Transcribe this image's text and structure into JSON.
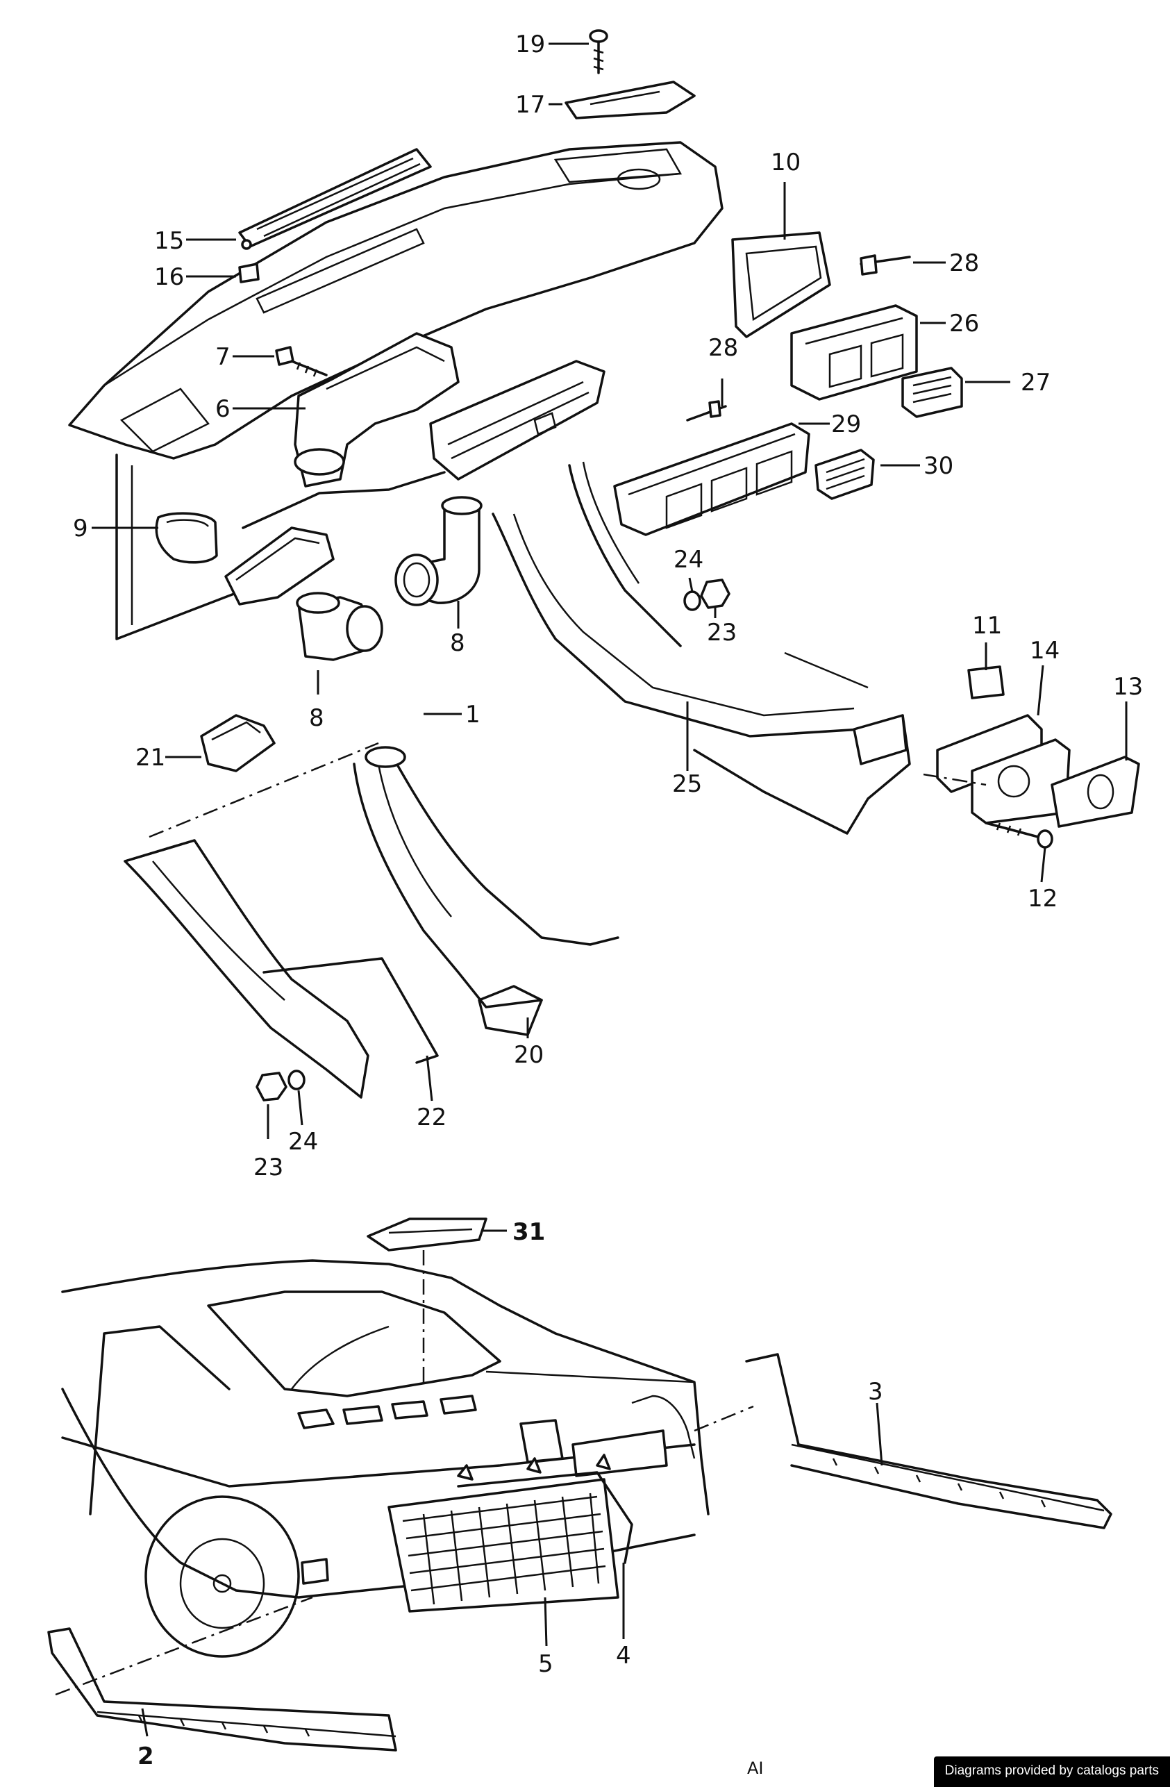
{
  "diagram": {
    "sheet_code": "AI",
    "footer_credit": "Diagrams provided by catalogs parts",
    "callouts": {
      "c19": "19",
      "c17": "17",
      "c10": "10",
      "c28a": "28",
      "c15": "15",
      "c16": "16",
      "c26": "26",
      "c7": "7",
      "c28b": "28",
      "c27": "27",
      "c6": "6",
      "c29": "29",
      "c30": "30",
      "c9": "9",
      "c24a": "24",
      "c23a": "23",
      "c8a": "8",
      "c11": "11",
      "c14": "14",
      "c13": "13",
      "c8b": "8",
      "c1": "1",
      "c21": "21",
      "c25": "25",
      "c12": "12",
      "c20": "20",
      "c22": "22",
      "c23b": "23",
      "c24b": "24",
      "c31": "31",
      "c3": "3",
      "c4": "4",
      "c5": "5",
      "c2": "2"
    }
  }
}
